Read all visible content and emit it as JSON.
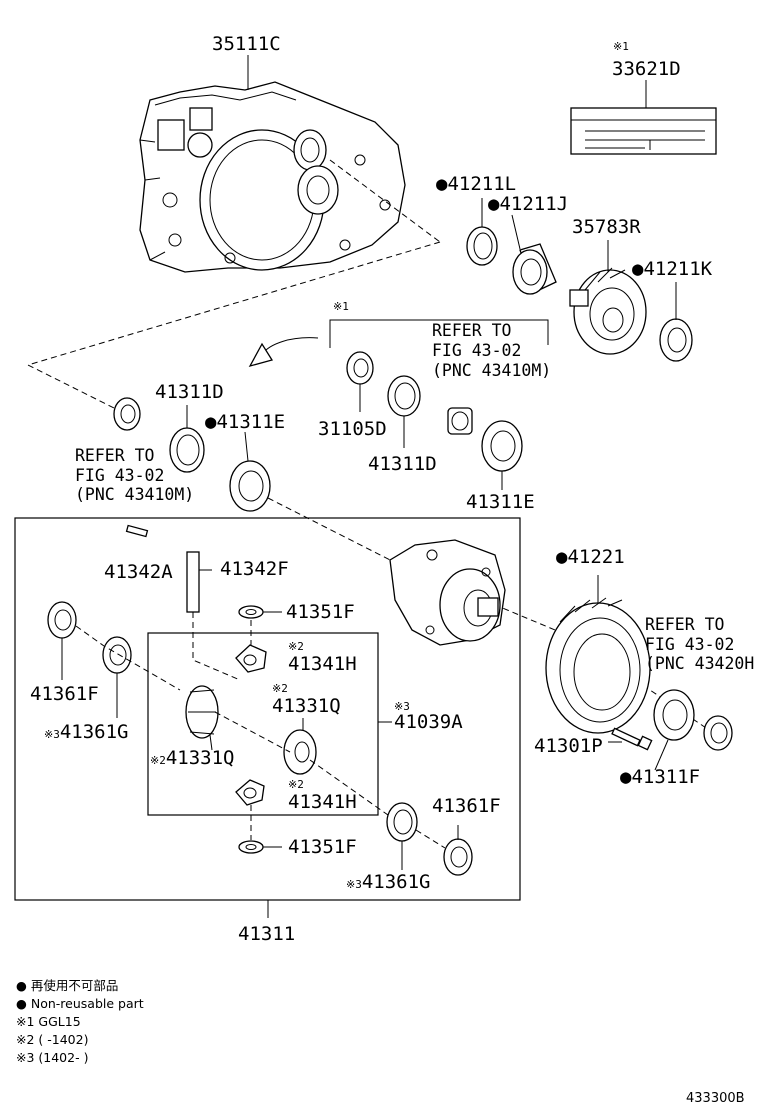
{
  "parts": {
    "p35111C": "35111C",
    "p33621D": "33621D",
    "p41211L": "41211L",
    "p41211J": "41211J",
    "p35783R": "35783R",
    "p41211K": "41211K",
    "p31105D": "31105D",
    "p41311D_a": "41311D",
    "p41311D_b": "41311D",
    "p41311E_a": "41311E",
    "p41311E_b": "41311E",
    "p41342A": "41342A",
    "p41342F": "41342F",
    "p41351F_a": "41351F",
    "p41351F_b": "41351F",
    "p41341H_a": "41341H",
    "p41341H_b": "41341H",
    "p41331Q_a": "41331Q",
    "p41331Q_b": "41331Q",
    "p41039A": "41039A",
    "p41361F_a": "41361F",
    "p41361F_b": "41361F",
    "p41361G_a": "41361G",
    "p41361G_b": "41361G",
    "p41221": "41221",
    "p41301P": "41301P",
    "p41311F": "41311F",
    "p41311": "41311"
  },
  "marks": {
    "bullet": "●",
    "ref1": "※1",
    "ref2": "※2",
    "ref3": "※3"
  },
  "refer_notes": {
    "a": {
      "line1": "REFER TO",
      "line2": "FIG 43-02",
      "line3": "(PNC 43410M)"
    },
    "b": {
      "line1": "REFER TO",
      "line2": "FIG 43-02",
      "line3": "(PNC 43410M)"
    },
    "c": {
      "line1": "REFER TO",
      "line2": "FIG 43-02",
      "line3": "(PNC 43420H"
    }
  },
  "legend": {
    "line1": "● 再使用不可部品",
    "line2": "● Non-reusable part",
    "line3": "※1 GGL15",
    "line4": "※2 (   -1402)",
    "line5": "※3 (1402-   )"
  },
  "figure_code": "433300B"
}
